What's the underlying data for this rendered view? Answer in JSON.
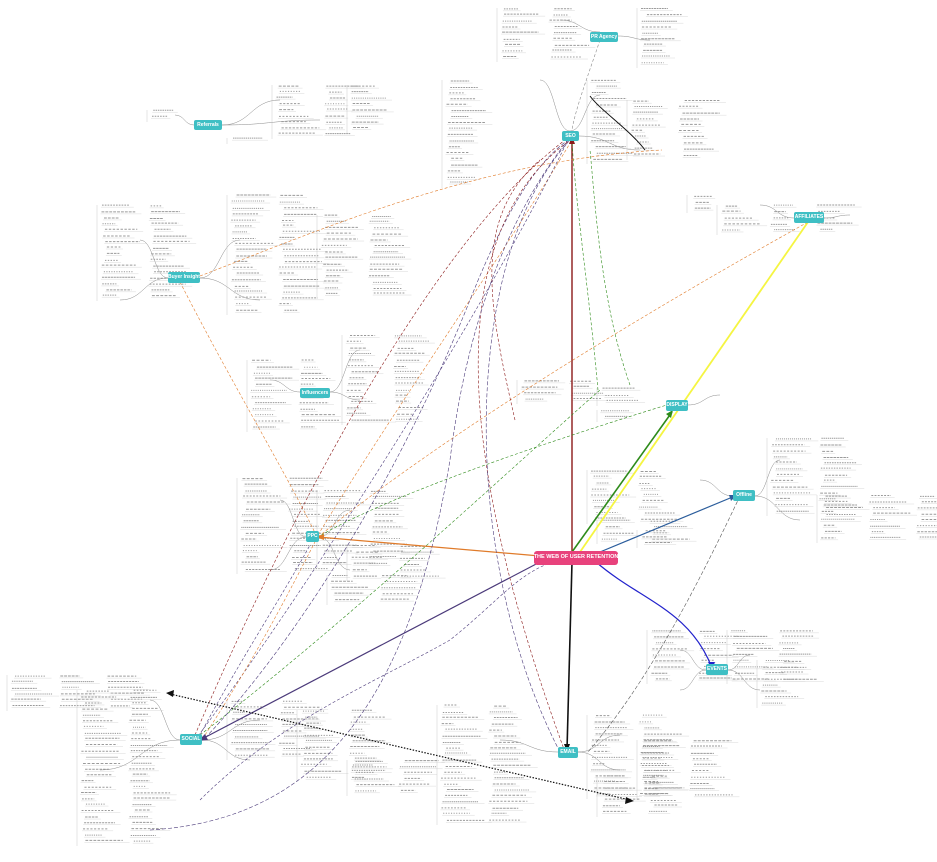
{
  "central_topic": "THE WEB OF USER RETENTION",
  "topics": {
    "seo": "SEO",
    "pr_agency": "PR Agency",
    "referrals": "Referrals",
    "affiliates": "AFFILIATES",
    "display": "DISPLAY",
    "ppc": "PPC",
    "influencers": "Influencers",
    "offline": "Offline",
    "events": "EVENTS",
    "social": "SOCIAL",
    "email": "EMAIL",
    "buyer_insight": "Buyer Insight"
  },
  "colors": {
    "central": "#e8427c",
    "topic": "#3fbfc4",
    "line_gray": "#8a8a8a",
    "to_seo_red": "#8b1a1a",
    "to_display_green": "#2e8b1a",
    "to_affiliates_yellow": "#f5f542",
    "to_offline_blue": "#2b5d9c",
    "to_events_blue": "#2222cc",
    "to_social_purple": "#4b3a7a",
    "to_ppc_orange": "#e07b2a"
  }
}
